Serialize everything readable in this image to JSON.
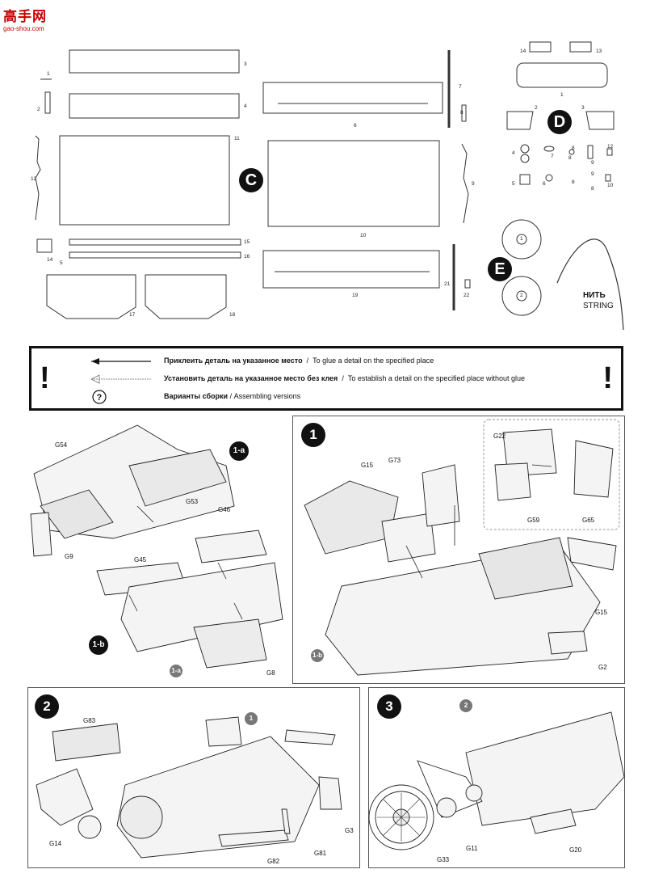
{
  "watermark": {
    "title": "高手网",
    "url": "gao-shou.com"
  },
  "sprue_letters": {
    "c": "C",
    "d": "D",
    "e": "E"
  },
  "string_label": {
    "ru": "НИТЬ",
    "en": "STRING"
  },
  "parts_c": [
    "1",
    "2",
    "3",
    "4",
    "5",
    "6",
    "7",
    "8",
    "9",
    "10",
    "11",
    "12",
    "14",
    "15",
    "16",
    "17",
    "18",
    "19",
    "21",
    "22"
  ],
  "parts_d": [
    "1",
    "2",
    "3",
    "4",
    "5",
    "6",
    "7",
    "8",
    "8",
    "8",
    "8",
    "9",
    "9",
    "10",
    "12",
    "13",
    "14"
  ],
  "parts_e": [
    "1",
    "2"
  ],
  "legend": {
    "exclamation": "!",
    "glue_ru": "Приклеить деталь на указанное место",
    "glue_en": "To glue a detail on the specified place",
    "noglue_ru": "Установить деталь на указанное место без клея",
    "noglue_en": "To establish a detail on the specified place without glue",
    "versions_ru": "Варианты сборки",
    "versions_en": "Assembling versions",
    "question_icon_glyph": "?",
    "separator": "/"
  },
  "steps": {
    "s1": {
      "number": "1",
      "ref": "1-b",
      "labels": {
        "g22": "G22",
        "g15a": "G15",
        "g73": "G73",
        "g59": "G59",
        "g65": "G65",
        "g15b": "G15",
        "g2": "G2"
      }
    },
    "s1a": {
      "badge": "1-a",
      "labels": {
        "g54": "G54",
        "g53": "G53",
        "g9": "G9"
      }
    },
    "s1b": {
      "badge": "1-b",
      "ref": "1-a",
      "labels": {
        "g46": "G46",
        "g45": "G45",
        "g8": "G8"
      }
    },
    "s2": {
      "number": "2",
      "ref": "1",
      "labels": {
        "g83": "G83",
        "g14": "G14",
        "g3": "G3",
        "g81": "G81",
        "g82": "G82"
      }
    },
    "s3": {
      "number": "3",
      "ref": "2",
      "labels": {
        "g11": "G11",
        "g33": "G33",
        "g20": "G20"
      }
    }
  },
  "colors": {
    "ink": "#111111",
    "line": "#555555",
    "ref_badge": "#777777",
    "watermark": "#c40000"
  }
}
